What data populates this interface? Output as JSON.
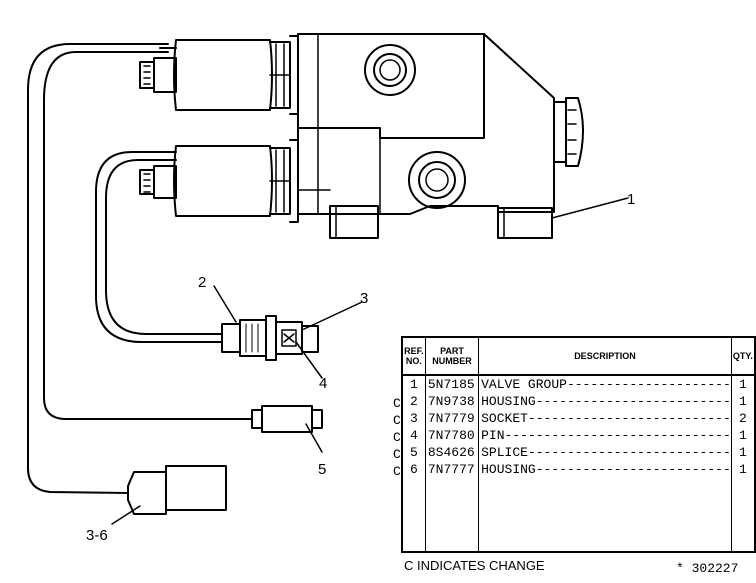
{
  "callouts": [
    "1",
    "2",
    "3",
    "4",
    "5",
    "3-6"
  ],
  "table": {
    "headers": {
      "ref": "REF. NO.",
      "part": "PART NUMBER",
      "desc": "DESCRIPTION",
      "qty": "QTY."
    },
    "rows": [
      {
        "change": "",
        "ref": "1",
        "part": "5N7185",
        "desc": "VALVE GROUP---------------------",
        "qty": "1"
      },
      {
        "change": "C",
        "ref": "2",
        "part": "7N9738",
        "desc": "HOUSING-------------------------",
        "qty": "1"
      },
      {
        "change": "C",
        "ref": "3",
        "part": "7N7779",
        "desc": "SOCKET--------------------------",
        "qty": "2"
      },
      {
        "change": "C",
        "ref": "4",
        "part": "7N7780",
        "desc": "PIN-----------------------------",
        "qty": "1"
      },
      {
        "change": "C",
        "ref": "5",
        "part": "8S4626",
        "desc": "SPLICE--------------------------",
        "qty": "1"
      },
      {
        "change": "C",
        "ref": "6",
        "part": "7N7777",
        "desc": "HOUSING-------------------------",
        "qty": "1"
      }
    ]
  },
  "change_note": "C INDICATES CHANGE",
  "drawing_number": "* 302227"
}
